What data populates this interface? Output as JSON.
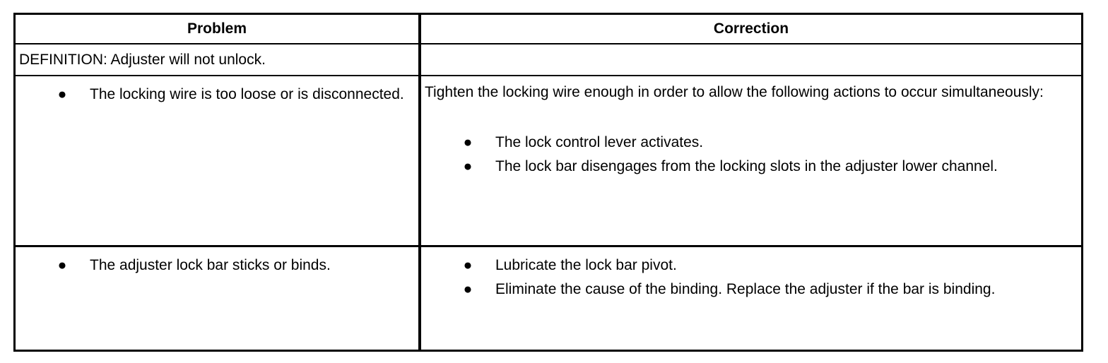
{
  "table": {
    "headers": {
      "problem": "Problem",
      "correction": "Correction"
    },
    "definition": "DEFINITION: Adjuster will not unlock.",
    "rows": [
      {
        "problem": "The locking wire is too loose or is disconnected.",
        "correction_intro": "Tighten the locking wire enough in order to allow the following actions to occur simultaneously:",
        "correction_items": [
          "The lock control lever activates.",
          "The lock bar disengages from the locking slots in the adjuster lower channel."
        ]
      },
      {
        "problem": "The adjuster lock bar sticks or binds.",
        "correction_items": [
          "Lubricate the lock bar pivot.",
          "Eliminate the cause of the binding. Replace the adjuster if the bar is binding."
        ]
      }
    ],
    "bullet_glyph": "●"
  }
}
